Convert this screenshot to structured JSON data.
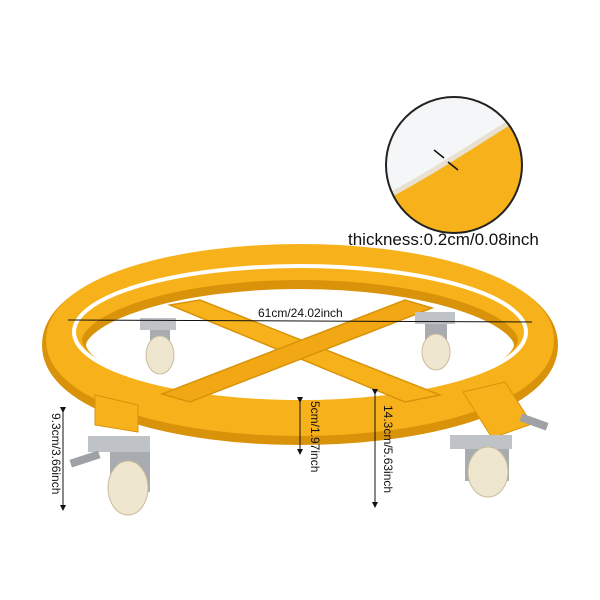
{
  "labels": {
    "thickness": "thickness:0.2cm/0.08inch",
    "diameter": "61cm/24.02inch",
    "ring_height": "5cm/1.97inch",
    "total_height": "14.3cm/5.63inch",
    "caster_height": "9.3cm/3.66inch"
  },
  "colors": {
    "body": "#f7b21b",
    "body_dark": "#d9930a",
    "caster_metal": "#bfc3c7",
    "wheel": "#efe6cf"
  }
}
